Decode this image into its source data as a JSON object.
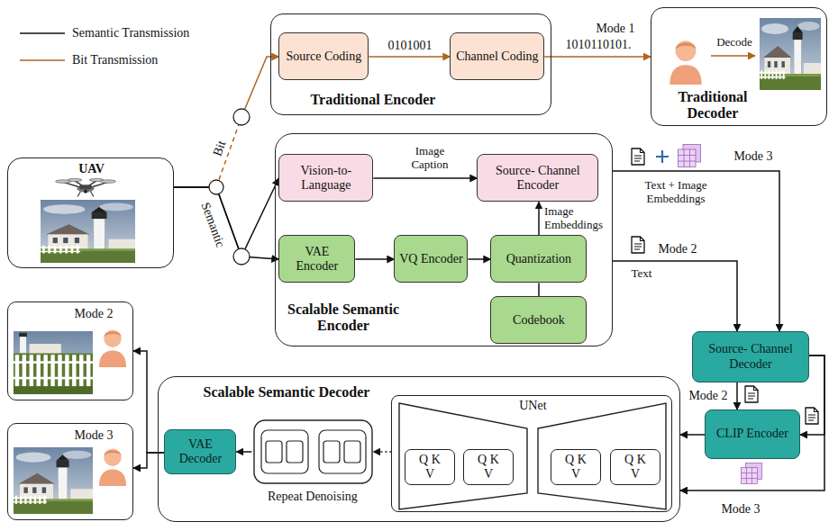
{
  "diagram": {
    "nodes": [
      {
        "text": [
          "UAV"
        ]
      },
      {
        "text": [
          "Traditional Encoder"
        ]
      },
      {
        "text": [
          "Source Coding"
        ],
        "in": 1
      },
      {
        "text": [
          "Channel Coding"
        ],
        "in": 1
      },
      {
        "text": [
          "Traditional Decoder"
        ]
      },
      {
        "text": [
          "Scalable Semantic Encoder"
        ]
      },
      {
        "text": [
          "Vision-to-Language"
        ],
        "in": 5
      },
      {
        "text": [
          "Source- Channel Encoder"
        ],
        "in": 5
      },
      {
        "text": [
          "VAE Encoder"
        ],
        "in": 5
      },
      {
        "text": [
          "VQ Encoder"
        ],
        "in": 5
      },
      {
        "text": [
          "Quantization"
        ],
        "in": 5
      },
      {
        "text": [
          "Codebook"
        ],
        "in": 5
      },
      {
        "text": [
          "Source- Channel Decoder"
        ]
      },
      {
        "text": [
          "CLIP Encoder"
        ]
      },
      {
        "text": [
          "Scalable Semantic Decoder"
        ]
      },
      {
        "text": [
          "UNet"
        ],
        "in": 14
      },
      {
        "text": [
          "Q K V"
        ],
        "in": 15
      },
      {
        "text": [
          "Q K V"
        ],
        "in": 15
      },
      {
        "text": [
          "Q K V"
        ],
        "in": 15
      },
      {
        "text": [
          "Q K V"
        ],
        "in": 15
      },
      {
        "text": [
          "Repeat Denoising"
        ],
        "in": 14
      },
      {
        "text": [
          "VAE Decoder"
        ],
        "in": 14
      },
      {
        "text": [
          "Mode 2"
        ]
      },
      {
        "text": [
          "Mode 3"
        ]
      }
    ],
    "edges": [
      {
        "from": 0,
        "to": 2,
        "label": "Bit",
        "arrow": "to"
      },
      {
        "from": 0,
        "to": 6,
        "label": "Semantic",
        "arrow": "to"
      },
      {
        "from": 0,
        "to": 8,
        "arrow": "to"
      },
      {
        "from": 2,
        "to": 3,
        "label": "0101001",
        "arrow": "to"
      },
      {
        "from": 3,
        "to": 4,
        "label": "1010110101.",
        "arrow": "to"
      },
      {
        "from": 6,
        "to": 7,
        "label": "Image Caption",
        "arrow": "to"
      },
      {
        "from": 8,
        "to": 9,
        "arrow": "to"
      },
      {
        "from": 9,
        "to": 10,
        "arrow": "to"
      },
      {
        "from": 11,
        "to": 10,
        "arrow": "none"
      },
      {
        "from": 10,
        "to": 7,
        "label": "Image Embeddings",
        "arrow": "to"
      },
      {
        "from": 5,
        "to": 12,
        "label": "Mode 3",
        "arrow": "to"
      },
      {
        "from": 5,
        "to": 12,
        "label": "Mode 2",
        "arrow": "to"
      },
      {
        "from": 12,
        "to": 13,
        "label": "Mode 2",
        "arrow": "to"
      },
      {
        "from": 12,
        "to": 13,
        "arrow": "to"
      },
      {
        "from": 12,
        "to": 14,
        "label": "Mode 3",
        "arrow": "to"
      },
      {
        "from": 13,
        "to": 14,
        "arrow": "to"
      },
      {
        "from": 15,
        "to": 20,
        "arrow": "to"
      },
      {
        "from": 20,
        "to": 21,
        "arrow": "to"
      },
      {
        "from": 21,
        "to": 22,
        "arrow": "to"
      },
      {
        "from": 21,
        "to": 23,
        "arrow": "to"
      }
    ],
    "labels": [
      "Mode 1",
      "Decode",
      "Text + Image Embeddings",
      "Text"
    ],
    "legend": [
      {
        "text": "Semantic Transmission"
      },
      {
        "text": "Bit Transmission"
      }
    ]
  }
}
